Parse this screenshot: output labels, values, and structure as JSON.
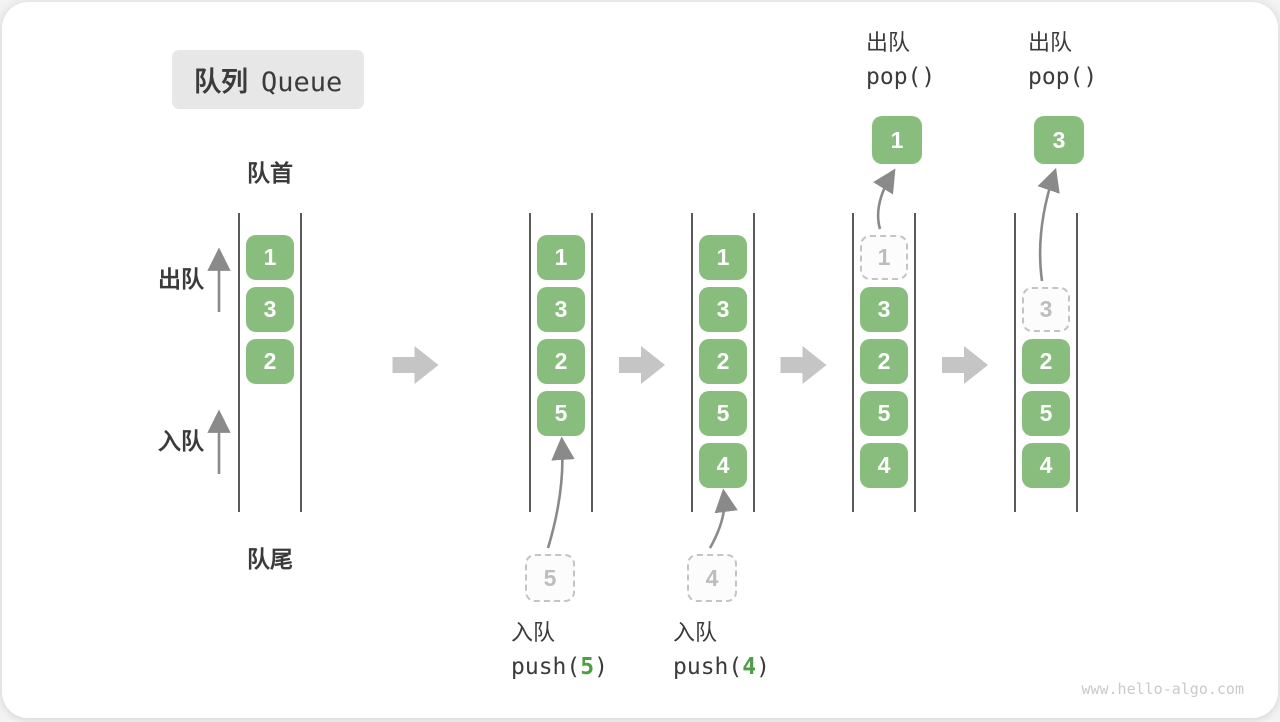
{
  "title": {
    "zh": "队列",
    "en": "Queue"
  },
  "labels": {
    "front": "队首",
    "rear": "队尾",
    "dequeue": "出队",
    "enqueue": "入队"
  },
  "watermark": "www.hello-algo.com",
  "colors": {
    "cell": "#89bd7e",
    "cell_text": "#ffffff",
    "ghost_border": "#c4c4c4",
    "ghost_text": "#bdbdbd",
    "container_line": "#5a5a5a",
    "block_arrow": "#c5c5c5",
    "thin_arrow": "#8a8a8a",
    "text": "#3b3b3b",
    "accent_green": "#4f9e45",
    "title_bg": "#e7e7e7",
    "watermark_color": "#cacaca"
  },
  "states": [
    {
      "cells": [
        {
          "row": 1,
          "value": "1"
        },
        {
          "row": 2,
          "value": "3"
        },
        {
          "row": 3,
          "value": "2"
        }
      ]
    },
    {
      "cells": [
        {
          "row": 1,
          "value": "1"
        },
        {
          "row": 2,
          "value": "3"
        },
        {
          "row": 3,
          "value": "2"
        },
        {
          "row": 4,
          "value": "5"
        }
      ],
      "pending": {
        "value": "5"
      },
      "op": {
        "label": "入队",
        "code_prefix": "push(",
        "code_arg": "5",
        "code_suffix": ")"
      }
    },
    {
      "cells": [
        {
          "row": 1,
          "value": "1"
        },
        {
          "row": 2,
          "value": "3"
        },
        {
          "row": 3,
          "value": "2"
        },
        {
          "row": 4,
          "value": "5"
        },
        {
          "row": 5,
          "value": "4"
        }
      ],
      "pending": {
        "value": "4"
      },
      "op": {
        "label": "入队",
        "code_prefix": "push(",
        "code_arg": "4",
        "code_suffix": ")"
      }
    },
    {
      "cells": [
        {
          "row": 1,
          "value": "1",
          "ghost": true
        },
        {
          "row": 2,
          "value": "3"
        },
        {
          "row": 3,
          "value": "2"
        },
        {
          "row": 4,
          "value": "5"
        },
        {
          "row": 5,
          "value": "4"
        }
      ],
      "popped": {
        "value": "1"
      },
      "op_top": {
        "label": "出队",
        "code": "pop()"
      }
    },
    {
      "cells": [
        {
          "row": 2,
          "value": "3",
          "ghost": true
        },
        {
          "row": 3,
          "value": "2"
        },
        {
          "row": 4,
          "value": "5"
        },
        {
          "row": 5,
          "value": "4"
        }
      ],
      "popped": {
        "value": "3"
      },
      "op_top": {
        "label": "出队",
        "code": "pop()"
      }
    }
  ]
}
